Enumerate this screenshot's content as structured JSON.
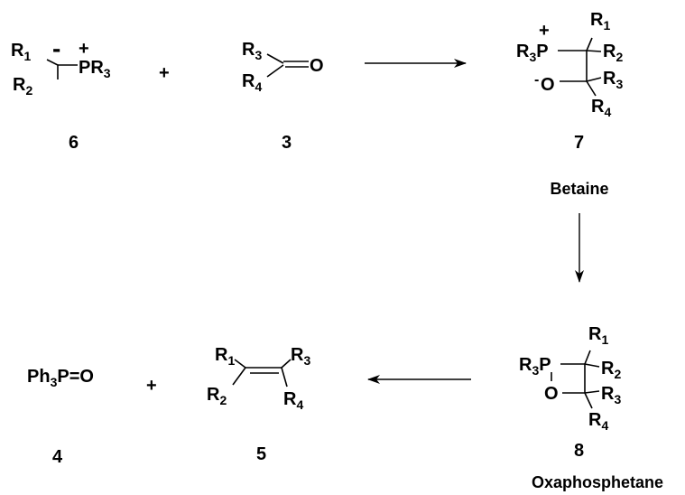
{
  "compounds": {
    "ylide": {
      "number": "6",
      "r_top": "R",
      "r_top_sub": "1",
      "r_bottom": "R",
      "r_bottom_sub": "2",
      "minus": "-",
      "plus": "+",
      "p_group": "PR",
      "p_sub": "3"
    },
    "plus_1": "+",
    "carbonyl": {
      "number": "3",
      "r_top": "R",
      "r_top_sub": "3",
      "r_bottom": "R",
      "r_bottom_sub": "4",
      "oxygen": "O"
    },
    "betaine": {
      "number": "7",
      "name": "Betaine",
      "p_group": "R",
      "p_sub": "3",
      "p": "P",
      "plus": "+",
      "o_minus": "-",
      "o": "O",
      "r1": "R",
      "r1_sub": "1",
      "r2": "R",
      "r2_sub": "2",
      "r3": "R",
      "r3_sub": "3",
      "r4": "R",
      "r4_sub": "4"
    },
    "oxaphosphetane": {
      "number": "8",
      "name": "Oxaphosphetane",
      "p_group": "R",
      "p_sub": "3",
      "p": "P",
      "o": "O",
      "r1": "R",
      "r1_sub": "1",
      "r2": "R",
      "r2_sub": "2",
      "r3": "R",
      "r3_sub": "3",
      "r4": "R",
      "r4_sub": "4"
    },
    "phosphine_oxide": {
      "number": "4",
      "ph": "Ph",
      "ph_sub": "3",
      "rest": "P=O"
    },
    "plus_2": "+",
    "alkene": {
      "number": "5",
      "r1": "R",
      "r1_sub": "1",
      "r2": "R",
      "r2_sub": "2",
      "r3": "R",
      "r3_sub": "3",
      "r4": "R",
      "r4_sub": "4"
    }
  }
}
